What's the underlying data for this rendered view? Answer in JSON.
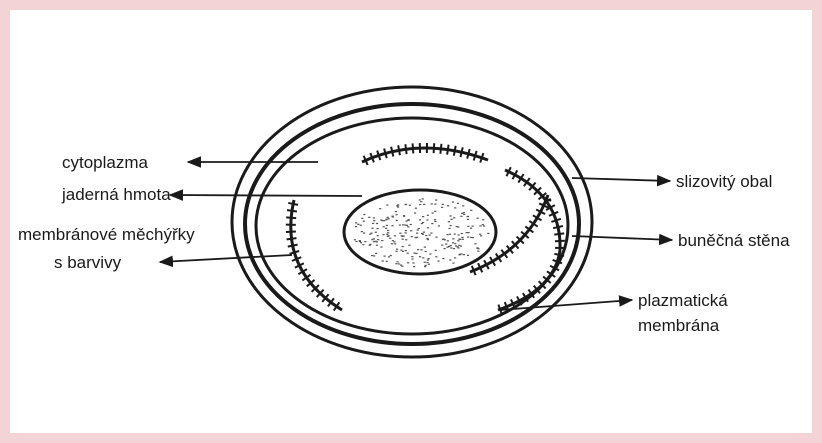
{
  "diagram": {
    "labels": {
      "cytoplasm": "cytoplazma",
      "nuclear_matter": "jaderná hmota",
      "vesicles_line1": "membránové měchýřky",
      "vesicles_line2": "s barvivy",
      "slime_capsule": "slizovitý obal",
      "cell_wall": "buněčná stěna",
      "plasma_membrane_line1": "plazmatická",
      "plasma_membrane_line2": "membrána"
    },
    "colors": {
      "background_border": "#f3d3d6",
      "canvas": "#ffffff",
      "ink": "#1a1a1a"
    }
  }
}
